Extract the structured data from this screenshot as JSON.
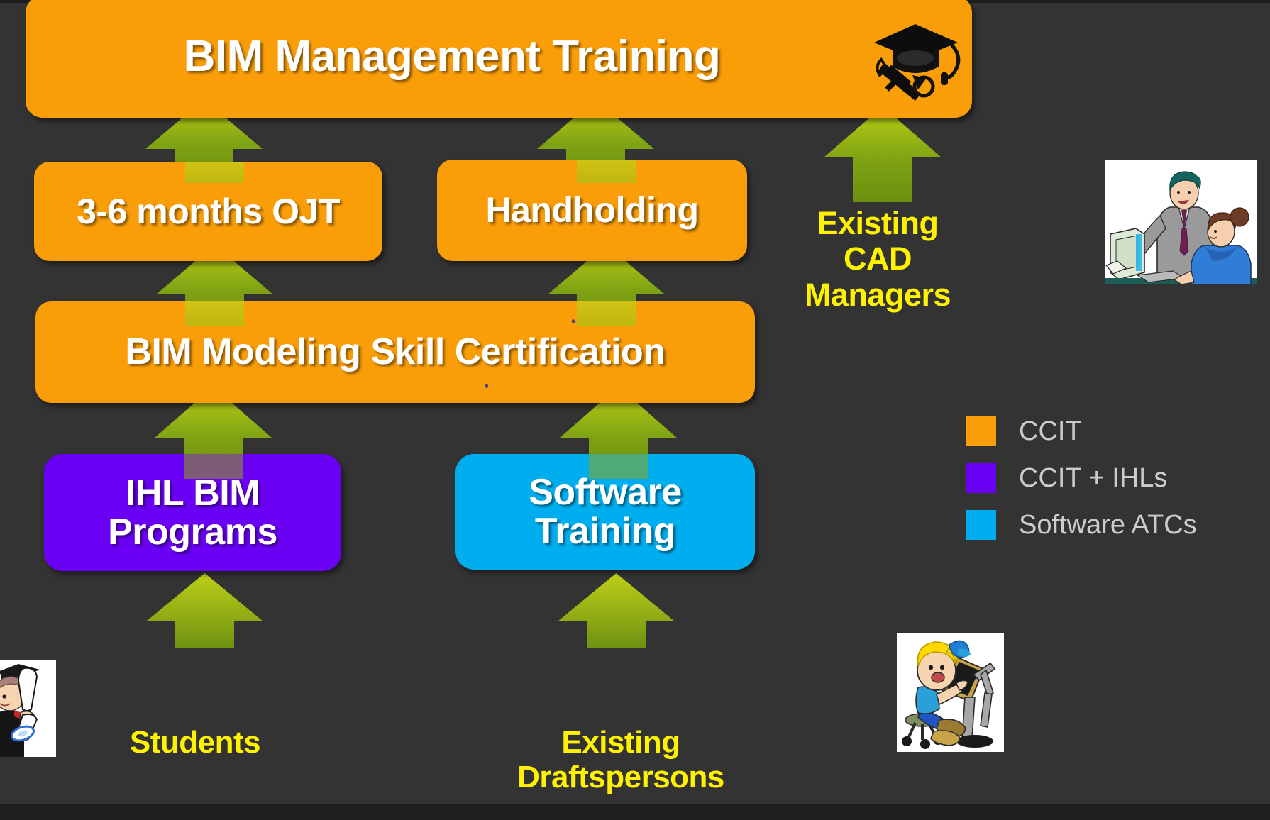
{
  "slide": {
    "background_color": "#333333",
    "title": "BIM Management Training",
    "title_icon": "graduation-cap-icon"
  },
  "colors": {
    "orange": "#F99D09",
    "purple": "#6A00F4",
    "cyan": "#00AEEF",
    "arrow_green_light": "#B5CC18",
    "arrow_green_dark": "#6E9111",
    "caption_yellow": "#FFF200",
    "legend_text": "#CCCCCC",
    "background": "#333333"
  },
  "boxes": {
    "title": "BIM Management Training",
    "ojt": "3-6 months OJT",
    "handholding": "Handholding",
    "certification": "BIM Modeling Skill Certification",
    "ihl": "IHL BIM\nPrograms",
    "ihl_line1": "IHL BIM",
    "ihl_line2": "Programs",
    "software": "Software\nTraining",
    "software_line1": "Software",
    "software_line2": "Training"
  },
  "captions": {
    "cad_managers": "Existing\nCAD\nManagers",
    "cad_managers_line1": "Existing",
    "cad_managers_line2": "CAD",
    "cad_managers_line3": "Managers",
    "students": "Students",
    "draftspersons": "Existing\nDraftspersons",
    "draftspersons_line1": "Existing",
    "draftspersons_line2": "Draftspersons"
  },
  "legend": {
    "items": [
      {
        "label": "CCIT",
        "color": "#F99D09"
      },
      {
        "label": "CCIT + IHLs",
        "color": "#6A00F4"
      },
      {
        "label": "Software ATCs",
        "color": "#00AEEF"
      }
    ]
  },
  "cliparts": [
    {
      "name": "cad-manager-training-clipart",
      "description": "Man in gray suit pointing at computer monitor beside seated woman in blue"
    },
    {
      "name": "graduate-student-clipart",
      "description": "Graduate in black gown and mortarboard holding a rolled diploma"
    },
    {
      "name": "draftsperson-clipart",
      "description": "Cartoon draftsman seated at a drafting table"
    }
  ],
  "arrows": [
    {
      "name": "arrow-ojt-to-title",
      "from": "3-6 months OJT",
      "to": "BIM Management Training"
    },
    {
      "name": "arrow-handholding-to-title",
      "from": "Handholding",
      "to": "BIM Management Training"
    },
    {
      "name": "arrow-cad-managers-to-title",
      "from": "Existing CAD Managers",
      "to": "BIM Management Training"
    },
    {
      "name": "arrow-cert-to-ojt",
      "from": "BIM Modeling Skill Certification",
      "to": "3-6 months OJT"
    },
    {
      "name": "arrow-cert-to-handholding",
      "from": "BIM Modeling Skill Certification",
      "to": "Handholding"
    },
    {
      "name": "arrow-ihl-to-cert",
      "from": "IHL BIM Programs",
      "to": "BIM Modeling Skill Certification"
    },
    {
      "name": "arrow-software-to-cert",
      "from": "Software Training",
      "to": "BIM Modeling Skill Certification"
    },
    {
      "name": "arrow-students-to-ihl",
      "from": "Students",
      "to": "IHL BIM Programs"
    },
    {
      "name": "arrow-draftspersons-to-software",
      "from": "Existing Draftspersons",
      "to": "Software Training"
    }
  ]
}
